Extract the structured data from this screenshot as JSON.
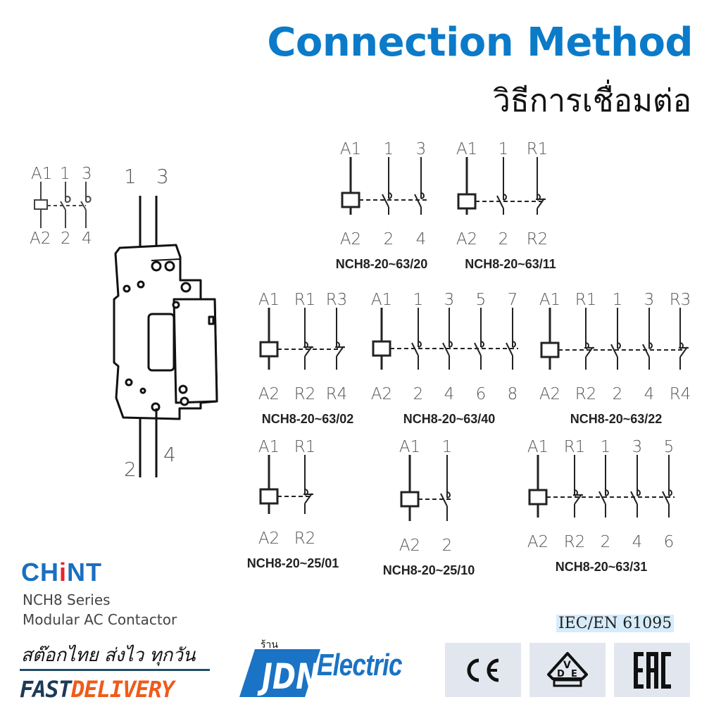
{
  "header": {
    "title": "Connection Method",
    "subtitle_th": "วิธีการเชื่อมต่อ"
  },
  "product_view": {
    "symbol": {
      "top": [
        "A1",
        "1",
        "3"
      ],
      "bottom": [
        "A2",
        "2",
        "4"
      ]
    },
    "terminals_top": [
      "1",
      "3"
    ],
    "terminals_bottom": [
      "2",
      "4"
    ]
  },
  "diagrams": [
    {
      "model": "NCH8-20~63/20",
      "top": [
        "A1",
        "1",
        "3"
      ],
      "bottom": [
        "A2",
        "2",
        "4"
      ],
      "contacts": [
        "NO",
        "NO"
      ]
    },
    {
      "model": "NCH8-20~63/11",
      "top": [
        "A1",
        "1",
        "R1"
      ],
      "bottom": [
        "A2",
        "2",
        "R2"
      ],
      "contacts": [
        "NO",
        "NC"
      ]
    },
    {
      "model": "NCH8-20~63/02",
      "top": [
        "A1",
        "R1",
        "R3"
      ],
      "bottom": [
        "A2",
        "R2",
        "R4"
      ],
      "contacts": [
        "NC",
        "NC"
      ]
    },
    {
      "model": "NCH8-20~63/40",
      "top": [
        "A1",
        "1",
        "3",
        "5",
        "7"
      ],
      "bottom": [
        "A2",
        "2",
        "4",
        "6",
        "8"
      ],
      "contacts": [
        "NO",
        "NO",
        "NO",
        "NO"
      ]
    },
    {
      "model": "NCH8-20~63/22",
      "top": [
        "A1",
        "R1",
        "1",
        "3",
        "R3"
      ],
      "bottom": [
        "A2",
        "R2",
        "2",
        "4",
        "R4"
      ],
      "contacts": [
        "NC",
        "NO",
        "NO",
        "NC"
      ]
    },
    {
      "model": "NCH8-20~25/01",
      "top": [
        "A1",
        "R1"
      ],
      "bottom": [
        "A2",
        "R2"
      ],
      "contacts": [
        "NC"
      ]
    },
    {
      "model": "NCH8-20~25/10",
      "top": [
        "A1",
        "1"
      ],
      "bottom": [
        "A2",
        "2"
      ],
      "contacts": [
        "NO"
      ]
    },
    {
      "model": "NCH8-20~63/31",
      "top": [
        "A1",
        "R1",
        "1",
        "3",
        "5"
      ],
      "bottom": [
        "A2",
        "R2",
        "2",
        "4",
        "6"
      ],
      "contacts": [
        "NC",
        "NO",
        "NO",
        "NO"
      ]
    }
  ],
  "brand": {
    "logo_a": "CH",
    "logo_i": "i",
    "logo_b": "NT",
    "series": "NCH8 Series",
    "product": "Modular AC Contactor"
  },
  "promo": {
    "slogan_th": "สต๊อกไทย ส่งไว ทุกวัน",
    "fast": "FAST",
    "delivery": "DELIVERY"
  },
  "shop": {
    "prefix_th": "ร้าน",
    "name_a": "JDN",
    "name_b": "Electric"
  },
  "standard": "IEC/EN 61095",
  "certifications": [
    "CE",
    "VDE",
    "EAC"
  ],
  "colors": {
    "title_blue": "#0b7bc9",
    "brand_blue": "#1a6fc0",
    "brand_red": "#e8232a",
    "delivery_orange": "#f05a1a",
    "cert_bg": "#e2e7ef"
  }
}
